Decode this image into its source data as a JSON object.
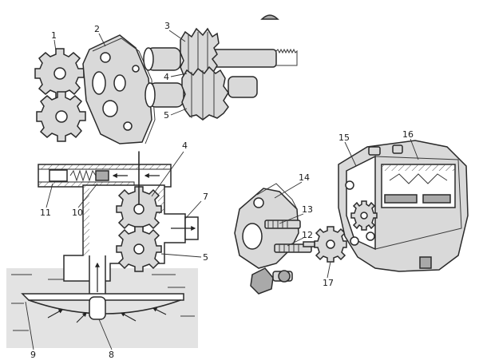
{
  "labels": {
    "l1": "1",
    "l2": "2",
    "l3": "3",
    "l4_top": "4",
    "l5_top": "5",
    "l4_cut": "4",
    "l5_cut": "5",
    "l7": "7",
    "l8": "8",
    "l9": "9",
    "l10": "10",
    "l11": "11",
    "l12": "12",
    "l13": "13",
    "l14": "14",
    "l15": "15",
    "l16": "16",
    "l17": "17"
  },
  "colors": {
    "ink": "#2a2a2a",
    "metal": "#d9d9d9",
    "oil": "#e3e3e3"
  }
}
